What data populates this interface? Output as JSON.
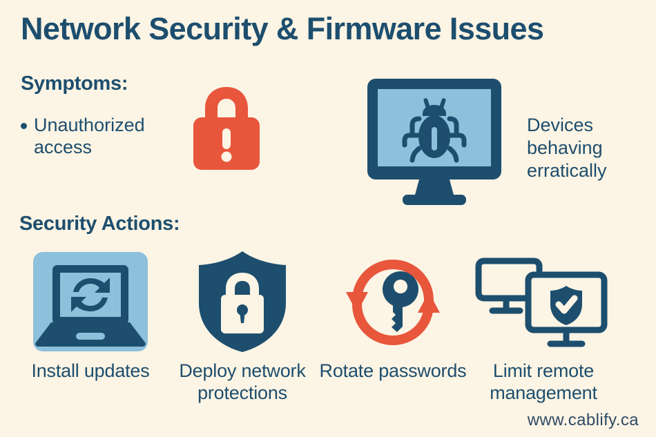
{
  "poster": {
    "title": "Network Security & Firmware Issues",
    "background_color": "#fcf4e4",
    "navy": "#1d4e6e",
    "orange": "#e8563c",
    "light_blue": "#8cc0db",
    "cream": "#fcf4e4"
  },
  "symptoms": {
    "heading": "Symptoms:",
    "items": [
      {
        "label": "Unauthorized access"
      }
    ],
    "erratic_caption": "Devices behaving erratically",
    "lock_icon_name": "lock-alert-icon",
    "monitor_icon_name": "monitor-bug-icon"
  },
  "actions": {
    "heading": "Security Actions:",
    "items": [
      {
        "label": "Install updates",
        "icon": "laptop-update-icon"
      },
      {
        "label": "Deploy network protections",
        "icon": "shield-lock-icon"
      },
      {
        "label": "Rotate passwords",
        "icon": "key-rotate-icon"
      },
      {
        "label": "Limit remote management",
        "icon": "monitors-shield-check-icon"
      }
    ]
  },
  "footer": {
    "watermark": "www.cablify.ca"
  }
}
